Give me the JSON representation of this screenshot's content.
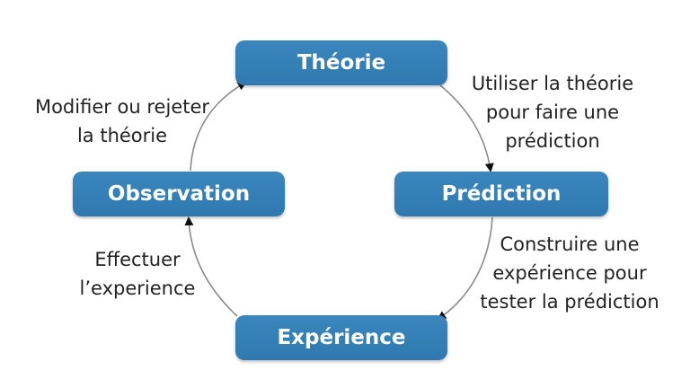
{
  "nodes": {
    "theorie": "Théorie",
    "prediction": "Prédiction",
    "experience": "Expérience",
    "observation": "Observation"
  },
  "edges": {
    "theorie_to_prediction": [
      "Utiliser la théorie",
      "pour faire une",
      "prédiction"
    ],
    "prediction_to_experience": [
      "Construire une",
      "expérience pour",
      "tester la prédiction"
    ],
    "experience_to_observation": [
      "Effectuer",
      "l’experience"
    ],
    "observation_to_theorie": [
      "Modifier ou rejeter",
      "la théorie"
    ]
  },
  "colors": {
    "node_fill": "#3380b8",
    "node_text": "#ffffff",
    "arrow": "#888888",
    "label_text": "#222222"
  }
}
